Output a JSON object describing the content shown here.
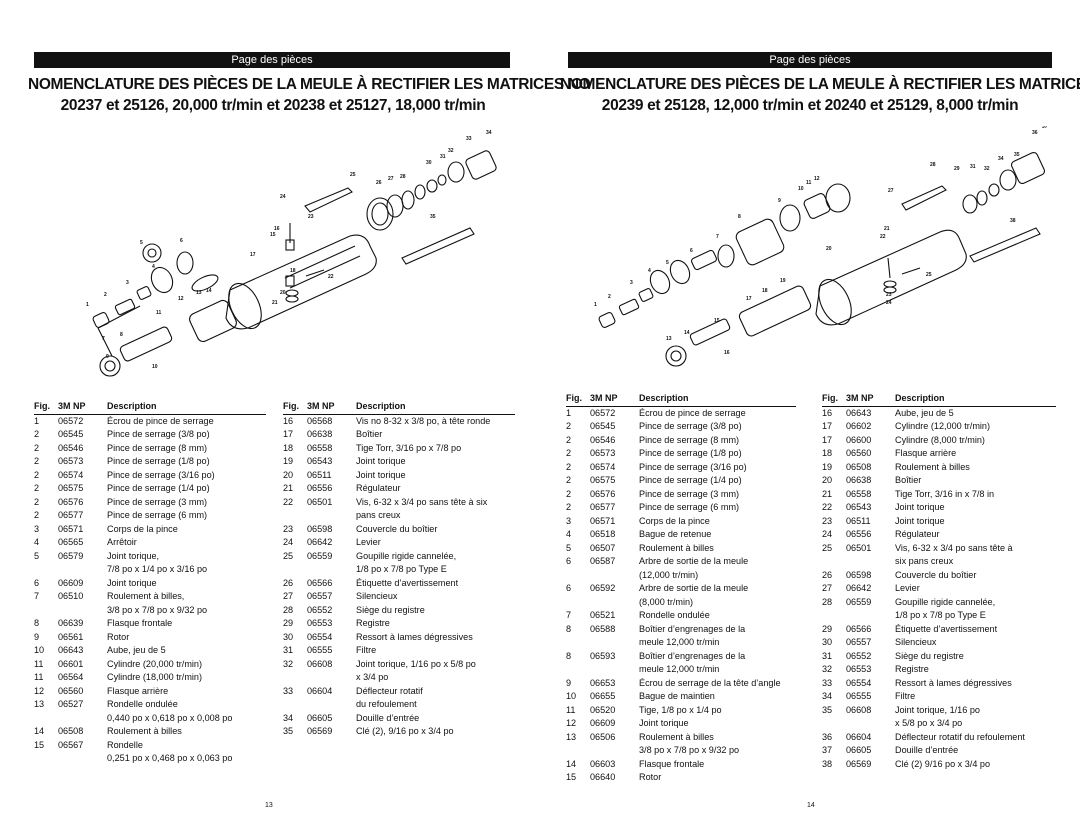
{
  "left": {
    "banner": "Page des pièces",
    "title_line1": "NOMENCLATURE DES PIÈCES DE LA MEULE À RECTIFIER LES MATRICES NO",
    "title_line2": "20237 et 25126, 20,000 tr/min et 20238 et 25127, 18,000 tr/min",
    "page_number": "13",
    "headers": {
      "fig": "Fig.",
      "np": "3M NP",
      "desc": "Description"
    },
    "col1": [
      [
        "1",
        "06572",
        "Écrou de pince de serrage"
      ],
      [
        "2",
        "06545",
        "Pince de serrage (3/8 po)"
      ],
      [
        "2",
        "06546",
        "Pince de serrage (8 mm)"
      ],
      [
        "2",
        "06573",
        "Pince de serrage (1/8 po)"
      ],
      [
        "2",
        "06574",
        "Pince de serrage (3/16 po)"
      ],
      [
        "2",
        "06575",
        "Pince de serrage (1/4 po)"
      ],
      [
        "2",
        "06576",
        "Pince de serrage (3 mm)"
      ],
      [
        "2",
        "06577",
        "Pince de serrage (6 mm)"
      ],
      [
        "3",
        "06571",
        "Corps de la pince"
      ],
      [
        "4",
        "06565",
        "Arrêtoir"
      ],
      [
        "5",
        "06579",
        "Joint torique,"
      ],
      [
        "",
        "",
        "7/8 po x 1/4 po x 3/16 po"
      ],
      [
        "6",
        "06609",
        "Joint torique"
      ],
      [
        "7",
        "06510",
        "Roulement à billes,"
      ],
      [
        "",
        "",
        "3/8 po x 7/8 po x 9/32 po"
      ],
      [
        "8",
        "06639",
        "Flasque frontale"
      ],
      [
        "9",
        "06561",
        "Rotor"
      ],
      [
        "10",
        "06643",
        "Aube, jeu de 5"
      ],
      [
        "11",
        "06601",
        "Cylindre (20,000 tr/min)"
      ],
      [
        "11",
        "06564",
        "Cylindre (18,000 tr/min)"
      ],
      [
        "12",
        "06560",
        "Flasque arrière"
      ],
      [
        "13",
        "06527",
        "Rondelle ondulée"
      ],
      [
        "",
        "",
        "0,440 po x 0,618 po x 0,008 po"
      ],
      [
        "14",
        "06508",
        "Roulement à billes"
      ],
      [
        "15",
        "06567",
        "Rondelle"
      ],
      [
        "",
        "",
        "0,251 po x 0,468 po x 0,063 po"
      ]
    ],
    "col2": [
      [
        "16",
        "06568",
        "Vis no 8-32 x 3/8 po, à tête ronde"
      ],
      [
        "17",
        "06638",
        "Boîtier"
      ],
      [
        "18",
        "06558",
        "Tige Torr, 3/16 po x 7/8 po"
      ],
      [
        "19",
        "06543",
        "Joint torique"
      ],
      [
        "20",
        "06511",
        "Joint torique"
      ],
      [
        "21",
        "06556",
        "Régulateur"
      ],
      [
        "22",
        "06501",
        "Vis, 6-32 x 3/4 po sans tête à six"
      ],
      [
        "",
        "",
        "pans creux"
      ],
      [
        "23",
        "06598",
        "Couvercle du boîtier"
      ],
      [
        "24",
        "06642",
        "Levier"
      ],
      [
        "25",
        "06559",
        "Goupille rigide cannelée,"
      ],
      [
        "",
        "",
        "1/8 po x 7/8 po Type E"
      ],
      [
        "26",
        "06566",
        "Étiquette d’avertissement"
      ],
      [
        "27",
        "06557",
        "Silencieux"
      ],
      [
        "28",
        "06552",
        "Siège du registre"
      ],
      [
        "29",
        "06553",
        "Registre"
      ],
      [
        "30",
        "06554",
        "Ressort à lames dégressives"
      ],
      [
        "31",
        "06555",
        "Filtre"
      ],
      [
        "32",
        "06608",
        "Joint torique, 1/16 po x 5/8 po"
      ],
      [
        "",
        "",
        "x 3/4 po"
      ],
      [
        "33",
        "06604",
        "Déflecteur rotatif"
      ],
      [
        "",
        "",
        "du refoulement"
      ],
      [
        "34",
        "06605",
        "Douille d’entrée"
      ],
      [
        "35",
        "06569",
        "Clé (2), 9/16 po x 3/4 po"
      ]
    ]
  },
  "right": {
    "banner": "Page des pièces",
    "title_line1": "NOMENCLATURE DES PIÈCES DE LA MEULE À RECTIFIER LES MATRICES NO",
    "title_line2": "20239 et 25128, 12,000 tr/min et 20240 et 25129, 8,000 tr/min",
    "page_number": "14",
    "headers": {
      "fig": "Fig.",
      "np": "3M NP",
      "desc": "Description"
    },
    "col1": [
      [
        "1",
        "06572",
        "Écrou de pince de serrage"
      ],
      [
        "2",
        "06545",
        "Pince de serrage (3/8 po)"
      ],
      [
        "2",
        "06546",
        "Pince de serrage (8 mm)"
      ],
      [
        "2",
        "06573",
        "Pince de serrage (1/8 po)"
      ],
      [
        "2",
        "06574",
        "Pince de serrage (3/16 po)"
      ],
      [
        "2",
        "06575",
        "Pince de serrage (1/4 po)"
      ],
      [
        "2",
        "06576",
        "Pince de serrage (3 mm)"
      ],
      [
        "2",
        "06577",
        "Pince de serrage (6 mm)"
      ],
      [
        "3",
        "06571",
        "Corps de la pince"
      ],
      [
        "4",
        "06518",
        "Bague de retenue"
      ],
      [
        "5",
        "06507",
        "Roulement à billes"
      ],
      [
        "6",
        "06587",
        "Arbre de sortie de la meule"
      ],
      [
        "",
        "",
        "(12,000 tr/min)"
      ],
      [
        "6",
        "06592",
        "Arbre de sortie de la meule"
      ],
      [
        "",
        "",
        "(8,000 tr/min)"
      ],
      [
        "7",
        "06521",
        "Rondelle ondulée"
      ],
      [
        "8",
        "06588",
        "Boîtier d’engrenages de la"
      ],
      [
        "",
        "",
        "meule 12,000 tr/min"
      ],
      [
        "8",
        "06593",
        "Boîtier d’engrenages de la"
      ],
      [
        "",
        "",
        "meule 12,000 tr/min"
      ],
      [
        "9",
        "06653",
        "Écrou de serrage de la tête d’angle"
      ],
      [
        "10",
        "06655",
        "Bague de maintien"
      ],
      [
        "11",
        "06520",
        "Tige, 1/8 po x 1/4 po"
      ],
      [
        "12",
        "06609",
        "Joint torique"
      ],
      [
        "13",
        "06506",
        "Roulement à billes"
      ],
      [
        "",
        "",
        "3/8 po x 7/8 po x 9/32 po"
      ],
      [
        "14",
        "06603",
        "Flasque frontale"
      ],
      [
        "15",
        "06640",
        "Rotor"
      ]
    ],
    "col2": [
      [
        "16",
        "06643",
        "Aube, jeu de 5"
      ],
      [
        "17",
        "06602",
        "Cylindre (12,000 tr/min)"
      ],
      [
        "17",
        "06600",
        "Cylindre (8,000 tr/min)"
      ],
      [
        "18",
        "06560",
        "Flasque arrière"
      ],
      [
        "19",
        "06508",
        "Roulement à billes"
      ],
      [
        "20",
        "06638",
        "Boîtier"
      ],
      [
        "21",
        "06558",
        "Tige Torr, 3/16 in x 7/8 in"
      ],
      [
        "22",
        "06543",
        "Joint torique"
      ],
      [
        "23",
        "06511",
        "Joint torique"
      ],
      [
        "24",
        "06556",
        "Régulateur"
      ],
      [
        "25",
        "06501",
        "Vis, 6-32 x 3/4 po sans tête à"
      ],
      [
        "",
        "",
        "six pans creux"
      ],
      [
        "26",
        "06598",
        "Couvercle du boîtier"
      ],
      [
        "27",
        "06642",
        "Levier"
      ],
      [
        "28",
        "06559",
        "Goupille rigide cannelée,"
      ],
      [
        "",
        "",
        "1/8 po x 7/8 po Type E"
      ],
      [
        "29",
        "06566",
        "Étiquette d’avertissement"
      ],
      [
        "30",
        "06557",
        "Silencieux"
      ],
      [
        "31",
        "06552",
        "Siège du registre"
      ],
      [
        "32",
        "06553",
        "Registre"
      ],
      [
        "33",
        "06554",
        "Ressort à lames dégressives"
      ],
      [
        "34",
        "06555",
        "Filtre"
      ],
      [
        "35",
        "06608",
        "Joint torique, 1/16 po"
      ],
      [
        "",
        "",
        "x 5/8 po x 3/4 po"
      ],
      [
        "36",
        "06604",
        "Déflecteur rotatif du refoulement"
      ],
      [
        "37",
        "06605",
        "Douille d’entrée"
      ],
      [
        "38",
        "06569",
        "Clé (2) 9/16 po x 3/4 po"
      ]
    ]
  }
}
